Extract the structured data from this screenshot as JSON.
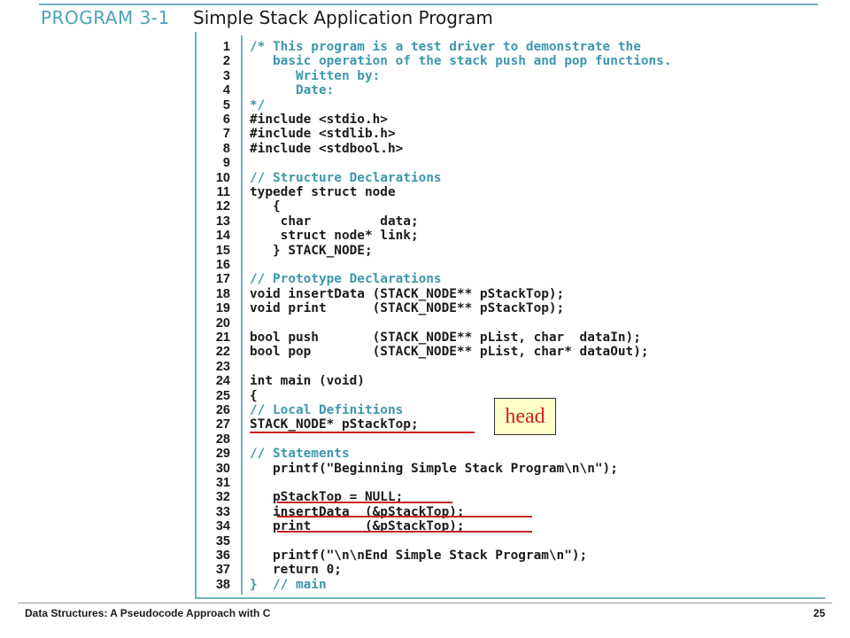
{
  "header": {
    "program_label": "PROGRAM 3-1",
    "title": "Simple Stack Application Program"
  },
  "code": {
    "lines": [
      {
        "num": "1",
        "text": "/* This program is a test driver to demonstrate the",
        "comment": true
      },
      {
        "num": "2",
        "text": "   basic operation of the stack push and pop functions.",
        "comment": true
      },
      {
        "num": "3",
        "text": "      Written by:",
        "comment": true
      },
      {
        "num": "4",
        "text": "      Date:",
        "comment": true
      },
      {
        "num": "5",
        "text": "*/",
        "comment": true
      },
      {
        "num": "6",
        "text": "#include <stdio.h>",
        "comment": false
      },
      {
        "num": "7",
        "text": "#include <stdlib.h>",
        "comment": false
      },
      {
        "num": "8",
        "text": "#include <stdbool.h>",
        "comment": false
      },
      {
        "num": "9",
        "text": "",
        "comment": false
      },
      {
        "num": "10",
        "text": "// Structure Declarations",
        "comment": true
      },
      {
        "num": "11",
        "text": "typedef struct node",
        "comment": false
      },
      {
        "num": "12",
        "text": "   {",
        "comment": false
      },
      {
        "num": "13",
        "text": "    char         data;",
        "comment": false
      },
      {
        "num": "14",
        "text": "    struct node* link;",
        "comment": false
      },
      {
        "num": "15",
        "text": "   } STACK_NODE;",
        "comment": false
      },
      {
        "num": "16",
        "text": "",
        "comment": false
      },
      {
        "num": "17",
        "text": "// Prototype Declarations",
        "comment": true
      },
      {
        "num": "18",
        "text": "void insertData (STACK_NODE** pStackTop);",
        "comment": false
      },
      {
        "num": "19",
        "text": "void print      (STACK_NODE** pStackTop);",
        "comment": false
      },
      {
        "num": "20",
        "text": "",
        "comment": false
      },
      {
        "num": "21",
        "text": "bool push       (STACK_NODE** pList, char  dataIn);",
        "comment": false
      },
      {
        "num": "22",
        "text": "bool pop        (STACK_NODE** pList, char* dataOut);",
        "comment": false
      },
      {
        "num": "23",
        "text": "",
        "comment": false
      },
      {
        "num": "24",
        "text": "int main (void)",
        "comment": false
      },
      {
        "num": "25",
        "text": "{",
        "comment": false
      },
      {
        "num": "26",
        "text": "// Local Definitions",
        "comment": true
      },
      {
        "num": "27",
        "text": "STACK_NODE* pStackTop;",
        "comment": false
      },
      {
        "num": "28",
        "text": "",
        "comment": false
      },
      {
        "num": "29",
        "text": "// Statements",
        "comment": true
      },
      {
        "num": "30",
        "text": "   printf(\"Beginning Simple Stack Program\\n\\n\");",
        "comment": false
      },
      {
        "num": "31",
        "text": "",
        "comment": false
      },
      {
        "num": "32",
        "text": "   pStackTop = NULL;",
        "comment": false
      },
      {
        "num": "33",
        "text": "   insertData  (&pStackTop);",
        "comment": false
      },
      {
        "num": "34",
        "text": "   print       (&pStackTop);",
        "comment": false
      },
      {
        "num": "35",
        "text": "",
        "comment": false
      },
      {
        "num": "36",
        "text": "   printf(\"\\n\\nEnd Simple Stack Program\\n\");",
        "comment": false
      },
      {
        "num": "37",
        "text": "   return 0;",
        "comment": false
      },
      {
        "num": "38",
        "text": "}  // main",
        "comment": true
      }
    ]
  },
  "annotation": {
    "callout_text": "head",
    "highlight_color": "#c82020"
  },
  "footer": {
    "book_title": "Data Structures: A Pseudocode Approach with C",
    "page_number": "25"
  },
  "colors": {
    "accent": "#4aa3b8",
    "comment": "#3d97ad",
    "callout_bg": "#ffffc8"
  }
}
